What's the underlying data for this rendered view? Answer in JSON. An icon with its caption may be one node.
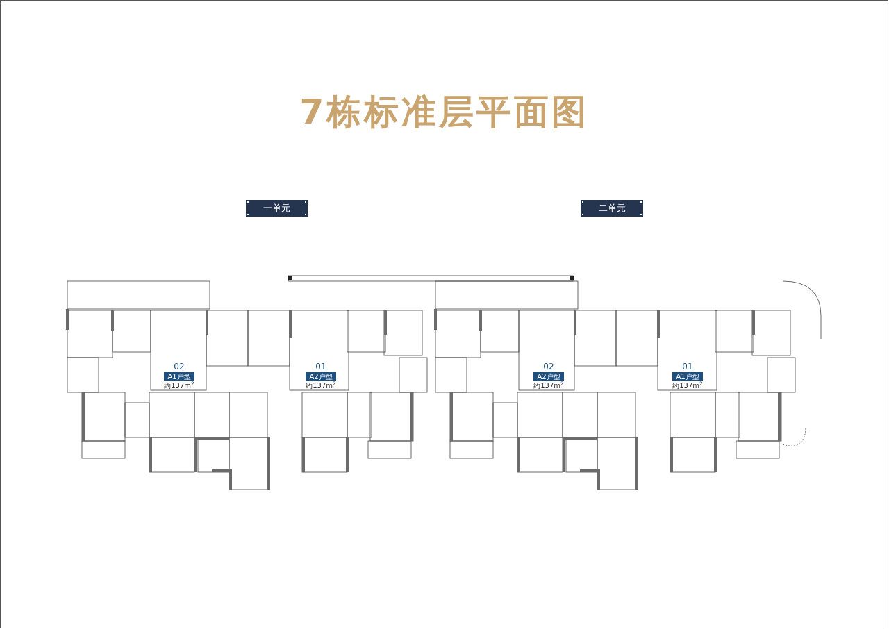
{
  "diagram": {
    "title": "7栋标准层平面图",
    "nodes": [
      {
        "text": [
          "一单元"
        ]
      },
      {
        "text": [
          "二单元"
        ]
      },
      {
        "text": [
          "A1户型"
        ],
        "beside": [
          "02",
          "约137m$^{2}$"
        ]
      },
      {
        "text": [
          "A2户型"
        ],
        "beside": [
          "01",
          "约137m$^{2}$"
        ]
      },
      {
        "text": [
          "A2户型"
        ],
        "beside": [
          "02",
          "约137m$^{2}$"
        ]
      },
      {
        "text": [
          "A1户型"
        ],
        "beside": [
          "01",
          "约137m$^{2}$"
        ]
      }
    ],
    "edges": []
  }
}
